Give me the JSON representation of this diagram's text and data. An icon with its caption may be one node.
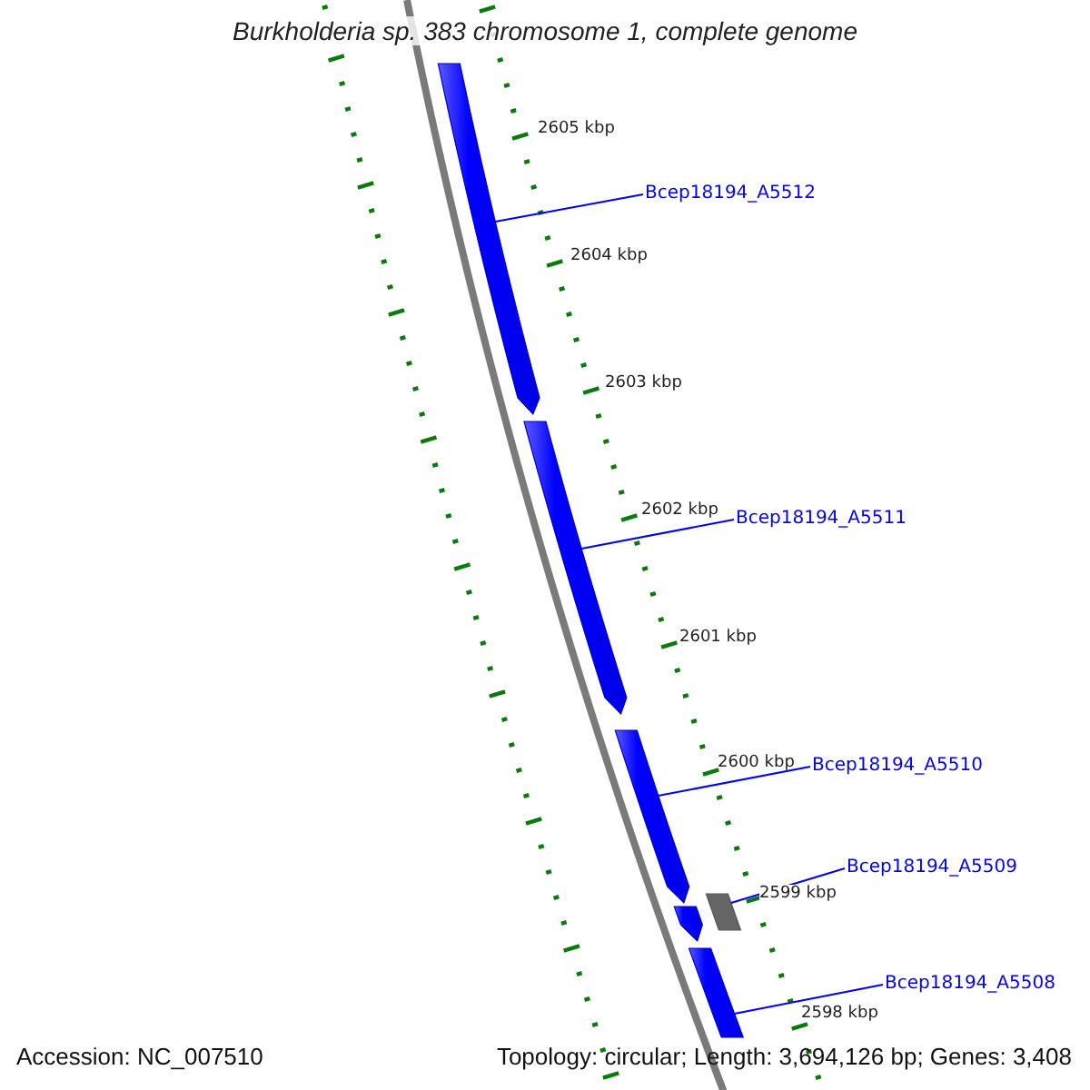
{
  "diagram": {
    "title": "Burkholderia sp. 383 chromosome 1, complete genome",
    "nodes": [
      {
        "text": [
          "Bcep18194_A5512"
        ]
      },
      {
        "text": [
          "Bcep18194_A5511"
        ]
      },
      {
        "text": [
          "Bcep18194_A5510"
        ]
      },
      {
        "text": [
          "Bcep18194_A5509"
        ]
      },
      {
        "text": [
          "Bcep18194_A5508"
        ]
      },
      {
        "text": [],
        "shape": "arrow"
      },
      {
        "text": [],
        "shape": "arrow"
      },
      {
        "text": [],
        "shape": "arrow"
      },
      {
        "text": [],
        "shape": "arrow"
      },
      {
        "text": [],
        "shape": "box"
      },
      {
        "text": [],
        "shape": "arrow"
      }
    ],
    "edges": [
      {
        "from": 0,
        "to": 5,
        "arrow": "none"
      },
      {
        "from": 1,
        "to": 6,
        "arrow": "none"
      },
      {
        "from": 2,
        "to": 7,
        "arrow": "none"
      },
      {
        "from": 3,
        "to": 9,
        "arrow": "none"
      },
      {
        "from": 4,
        "to": 10,
        "arrow": "none"
      }
    ],
    "labels": [
      "2605 kbp",
      "2604 kbp",
      "2603 kbp",
      "2602 kbp",
      "2601 kbp",
      "2600 kbp",
      "2599 kbp",
      "2598 kbp",
      "Accession: NC_007510",
      "Topology: circular; Length: 3,694,126 bp; Genes: 3,408"
    ]
  }
}
